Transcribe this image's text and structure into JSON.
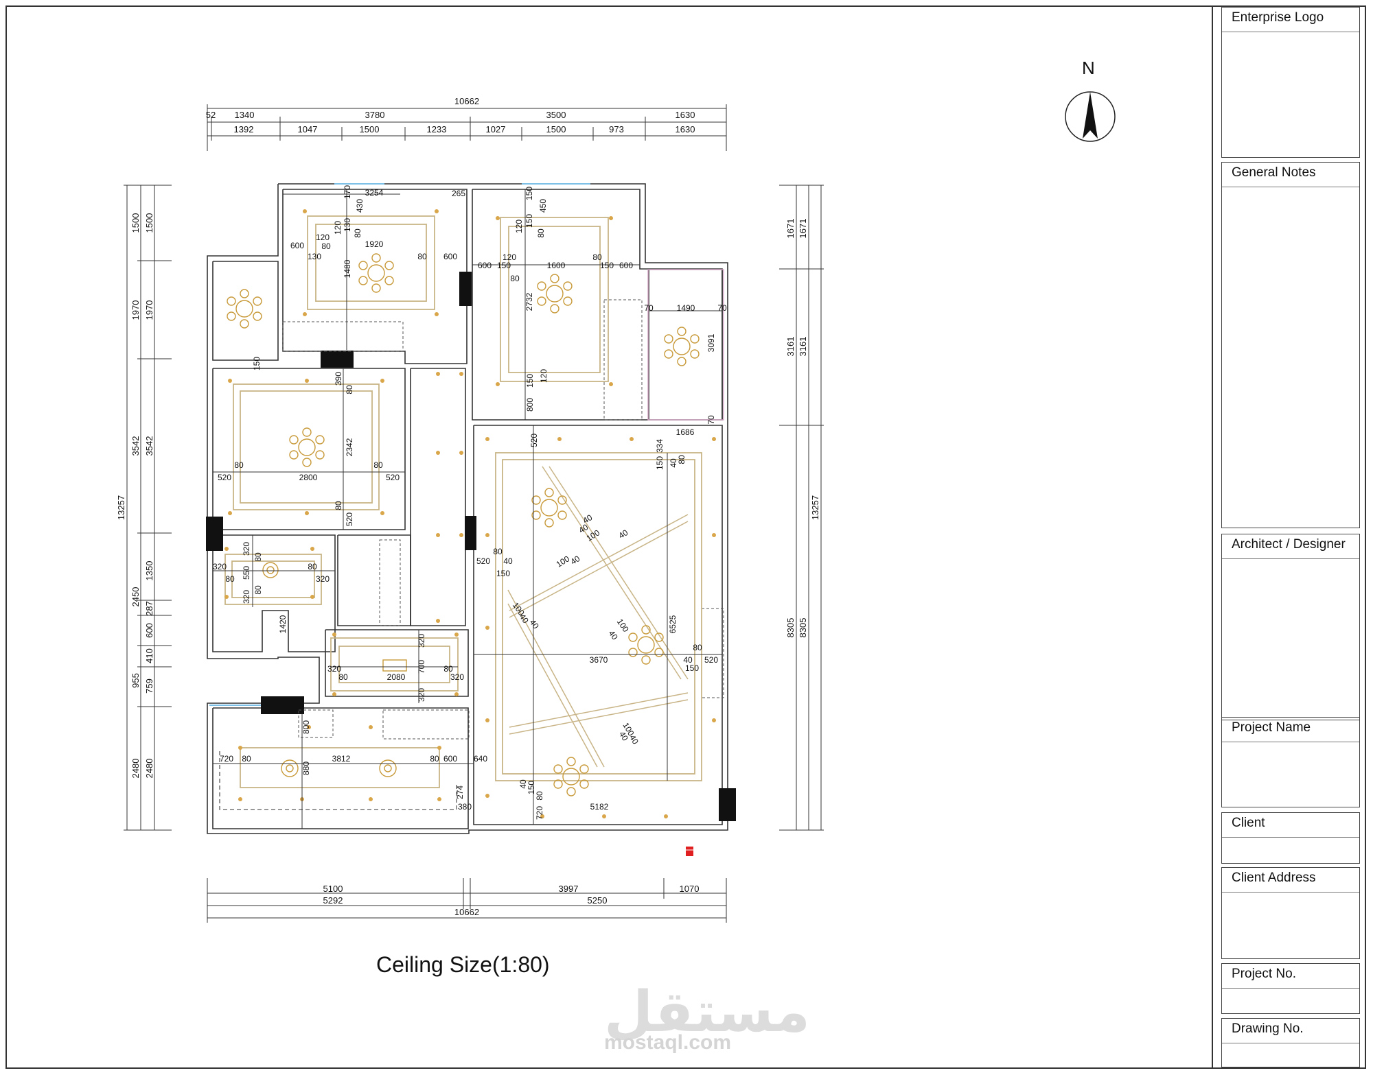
{
  "title_block": {
    "enterprise_logo": "Enterprise Logo",
    "general_notes": "General Notes",
    "architect": "Architect / Designer",
    "project_name": "Project Name",
    "client": "Client",
    "client_address": "Client Address",
    "project_no": "Project No.",
    "drawing_no": "Drawing No."
  },
  "drawing": {
    "caption": "Ceiling Size(1:80)",
    "north_label": "N"
  },
  "dimensions": {
    "top_total": "10662",
    "top_row1": [
      "52",
      "1340",
      "3780",
      "3500",
      "1630"
    ],
    "top_row2": [
      "1392",
      "1047",
      "1500",
      "1233",
      "1027",
      "1500",
      "973",
      "1630"
    ],
    "bottom_row1": [
      "5100",
      "3997",
      "1070"
    ],
    "bottom_row2": [
      "5292",
      "5250"
    ],
    "bottom_total": "10662",
    "left_outer": [
      "1500",
      "1970",
      "3542",
      "2450",
      "955",
      "2480"
    ],
    "left_inner": [
      "1500",
      "1970",
      "3542",
      "1350",
      "287",
      "600",
      "410",
      "759",
      "2480"
    ],
    "left_total": "13257",
    "right_outer": [
      "1671",
      "3161",
      "8305"
    ],
    "right_inner": [
      "1671",
      "3161",
      "8305"
    ],
    "right_total": "13257"
  },
  "room_labels": {
    "r1": [
      "3254",
      "265",
      "170",
      "430",
      "130",
      "120",
      "80",
      "1920",
      "600",
      "120",
      "80",
      "130",
      "1480",
      "80",
      "600"
    ],
    "r2": [
      "150",
      "450",
      "150",
      "120",
      "80",
      "1600",
      "600",
      "150",
      "120",
      "80",
      "150",
      "600",
      "2732",
      "80",
      "150",
      "120",
      "800"
    ],
    "r3": [
      "70",
      "1490",
      "70",
      "3091",
      "70",
      "1686"
    ],
    "r4": [
      "390",
      "80",
      "2342",
      "80",
      "520",
      "2800",
      "520",
      "80",
      "80",
      "520",
      "150"
    ],
    "r5": [
      "320",
      "80",
      "320",
      "550",
      "80",
      "80",
      "320",
      "80",
      "320",
      "1420"
    ],
    "r6": [
      "320",
      "320",
      "80",
      "2080",
      "700",
      "80",
      "320",
      "320"
    ],
    "r7": [
      "800",
      "720",
      "80",
      "3812",
      "80",
      "600",
      "880",
      "640",
      "274",
      "380"
    ],
    "r8": [
      "520",
      "334",
      "150",
      "40",
      "80",
      "40",
      "40",
      "100",
      "40",
      "520",
      "80",
      "40",
      "150",
      "100",
      "40",
      "100",
      "40",
      "40",
      "100",
      "40",
      "6525",
      "3670",
      "80",
      "520",
      "40",
      "150",
      "100",
      "40",
      "40",
      "40",
      "150",
      "80",
      "720",
      "5182"
    ]
  }
}
